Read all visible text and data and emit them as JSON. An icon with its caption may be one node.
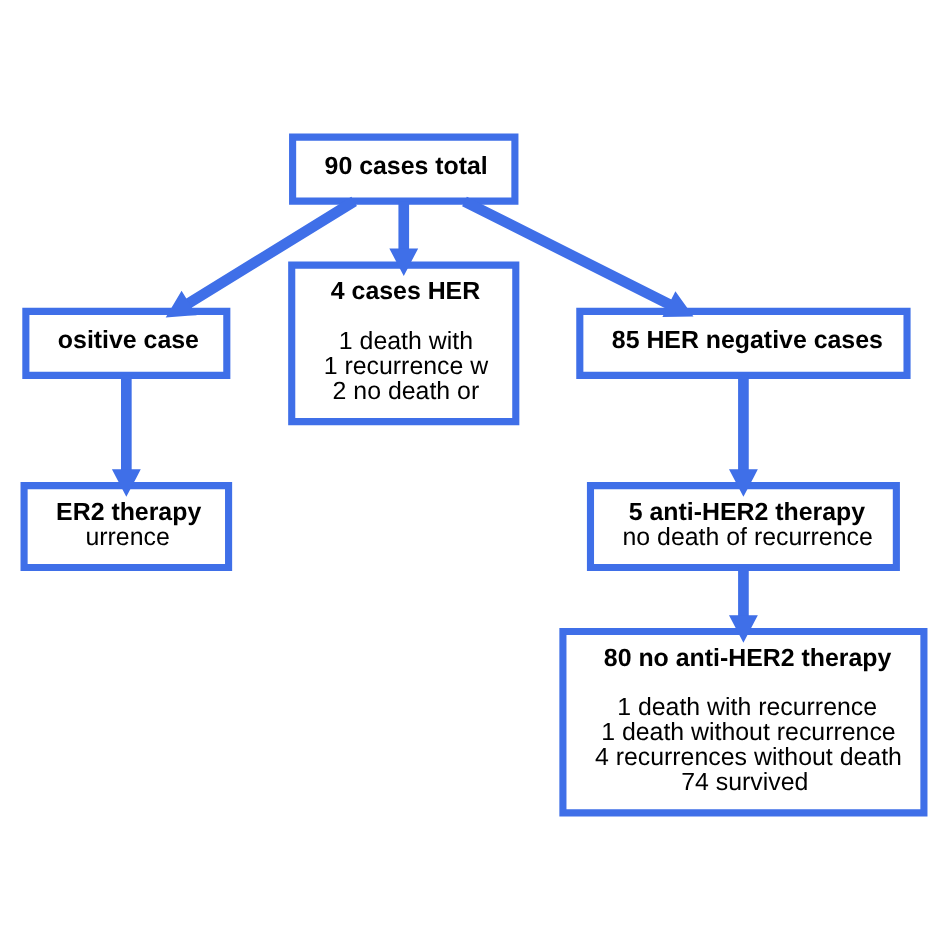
{
  "diagram": {
    "nodes": [
      {
        "text": [
          "90 cases total"
        ]
      },
      {
        "text": [
          "ositive case"
        ]
      },
      {
        "text": [
          "4 cases HER",
          "1 death with 1 recurrence w 2 no death or"
        ]
      },
      {
        "text": [
          "85 HER negative cases"
        ]
      },
      {
        "text": [
          "ER2 therapy",
          "urrence"
        ]
      },
      {
        "text": [
          "5 anti-HER2 therapy",
          "no death of recurrence"
        ]
      },
      {
        "text": [
          "80 no anti-HER2 therapy",
          "1 death with recurrence 1 death without recurrence 4 recurrences without death 74 survived"
        ]
      }
    ],
    "edges": [
      {
        "from": 0,
        "to": 1,
        "arrow": "to"
      },
      {
        "from": 0,
        "to": 2,
        "arrow": "to"
      },
      {
        "from": 0,
        "to": 3,
        "arrow": "to"
      },
      {
        "from": 1,
        "to": 4,
        "arrow": "to"
      },
      {
        "from": 3,
        "to": 5,
        "arrow": "to"
      },
      {
        "from": 5,
        "to": 6,
        "arrow": "to"
      }
    ]
  }
}
